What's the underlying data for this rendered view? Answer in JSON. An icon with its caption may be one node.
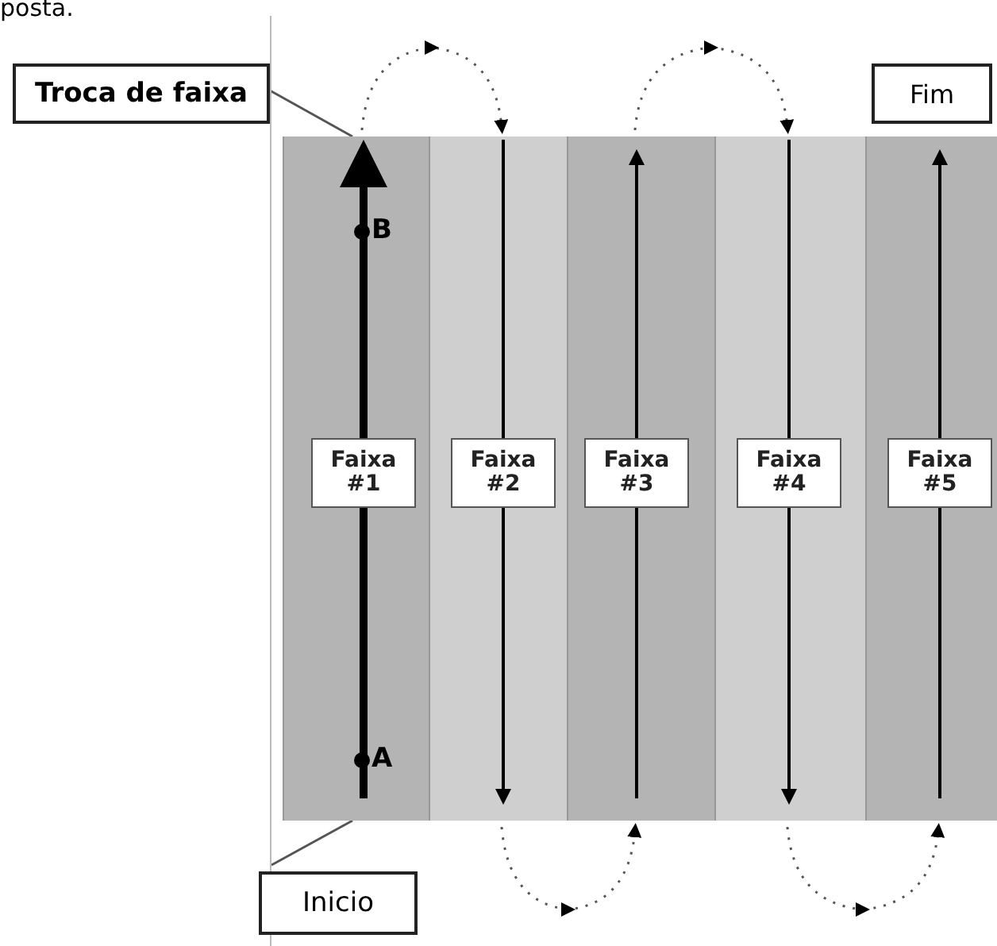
{
  "diagram": {
    "nodes": [
      {
        "text": [
          "Troca de faixa"
        ]
      },
      {
        "text": [
          "Fim"
        ]
      },
      {
        "text": [
          "Faixa #1"
        ]
      },
      {
        "text": [
          "Faixa #2"
        ]
      },
      {
        "text": [
          "Faixa #3"
        ]
      },
      {
        "text": [
          "Faixa #4"
        ]
      },
      {
        "text": [
          "Faixa #5"
        ]
      },
      {
        "text": [
          "Inicio"
        ]
      }
    ],
    "edges": [
      {
        "from": 0,
        "to": 2,
        "arrow": "none"
      },
      {
        "from": 7,
        "to": 2,
        "arrow": "none"
      },
      {
        "from": 2,
        "to": 3,
        "arrow": "to",
        "style": "dashed"
      },
      {
        "from": 3,
        "to": 4,
        "arrow": "to",
        "style": "dashed"
      },
      {
        "from": 4,
        "to": 5,
        "arrow": "to",
        "style": "dashed"
      },
      {
        "from": 5,
        "to": 6,
        "arrow": "to",
        "style": "dashed"
      }
    ],
    "labels": [
      "posta.",
      "B",
      "A"
    ]
  }
}
